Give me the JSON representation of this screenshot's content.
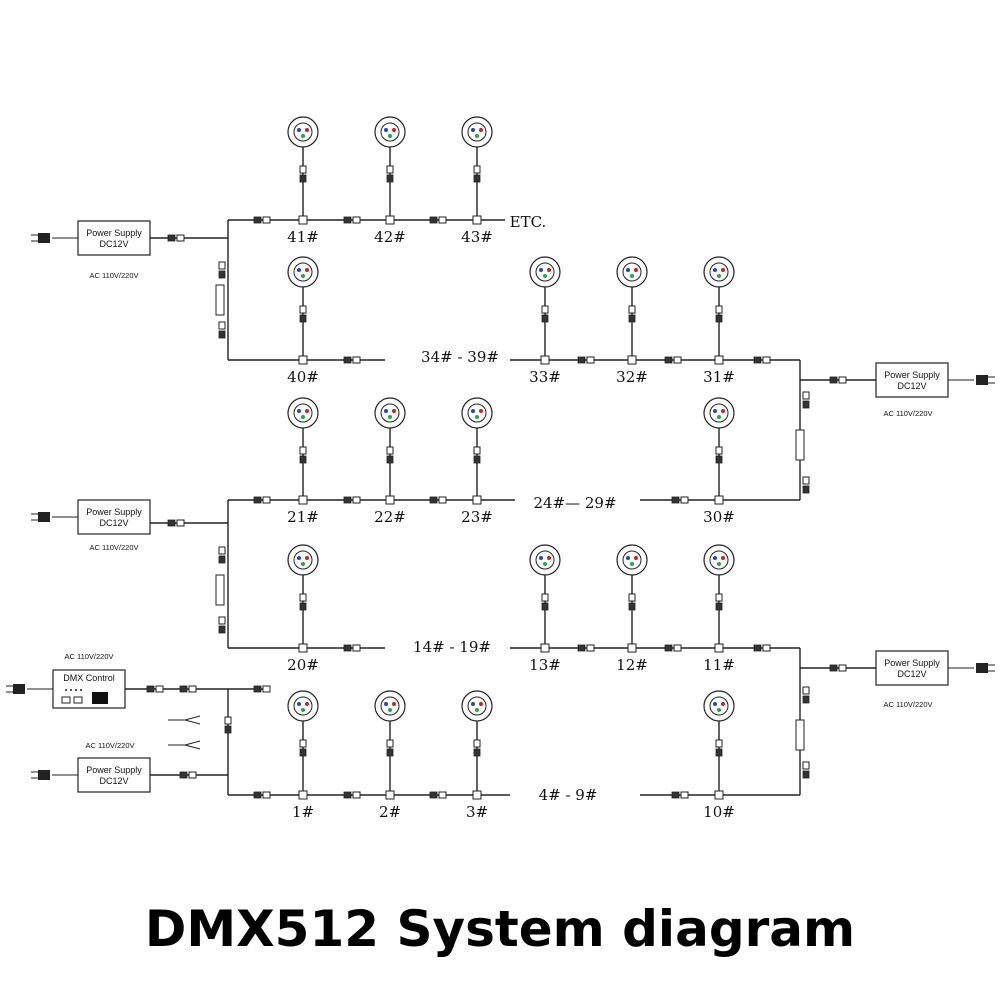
{
  "title": "DMX512 System diagram",
  "power_supply": {
    "line1": "Power Supply",
    "line2": "DC12V",
    "ac": "AC 110V/220V"
  },
  "dmx_control": {
    "label": "DMX Control",
    "ac": "AC 110V/220V"
  },
  "etc_label": "ETC.",
  "lamp_labels": {
    "l41": "41#",
    "l42": "42#",
    "l43": "43#",
    "l40": "40#",
    "l33": "33#",
    "l32": "32#",
    "l31": "31#",
    "l21": "21#",
    "l22": "22#",
    "l23": "23#",
    "l30": "30#",
    "l20": "20#",
    "l13": "13#",
    "l12": "12#",
    "l11": "11#",
    "l1": "1#",
    "l2": "2#",
    "l3": "3#",
    "l10": "10#"
  },
  "range_labels": {
    "r34_39": "34#  -  39#",
    "r24_29": "24#—  29#",
    "r14_19": "14#  -  19#",
    "r4_9": "4#  -  9#"
  },
  "colors": {
    "line": "#222222",
    "red": "#cc2222",
    "green": "#22aa44",
    "blue": "#2244cc"
  }
}
